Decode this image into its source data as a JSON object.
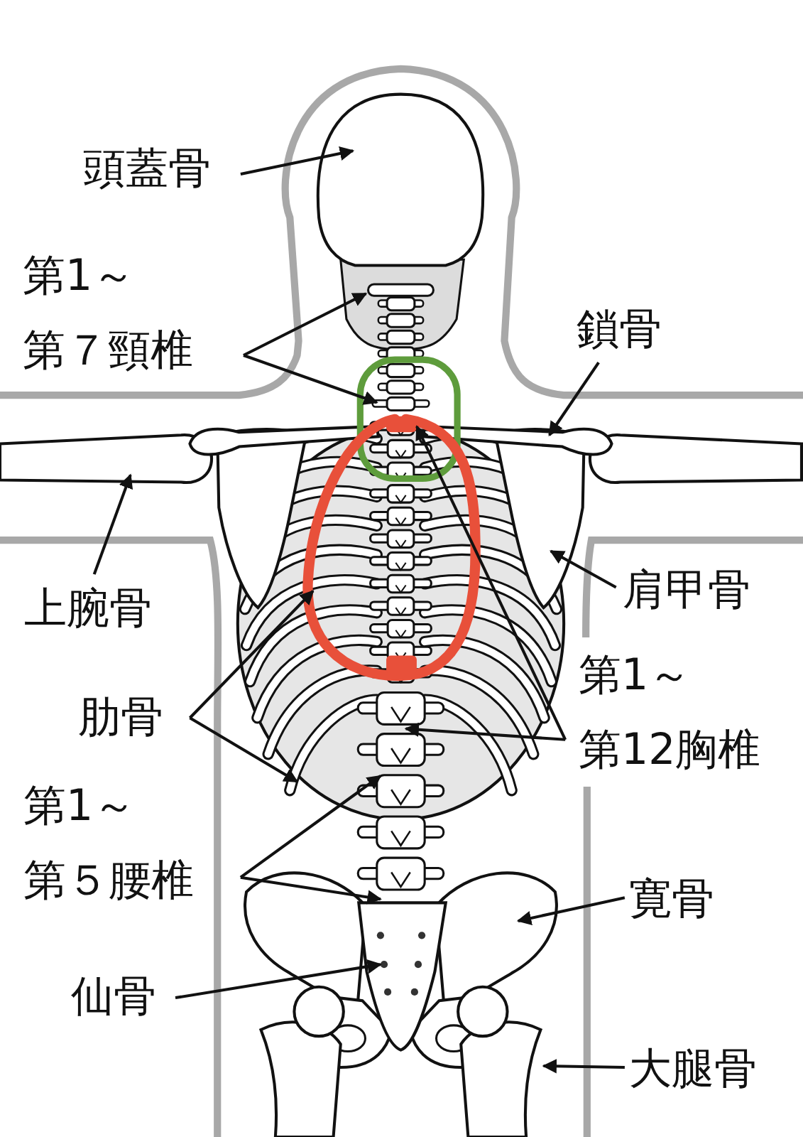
{
  "diagram": {
    "labels": [
      "頭蓋骨",
      "第1～ 第７頸椎",
      "鎖骨",
      "上腕骨",
      "肩甲骨",
      "肋骨",
      "第1～ 第12胸椎",
      "第1～ 第５腰椎",
      "寛骨",
      "仙骨",
      "大腿骨"
    ]
  }
}
